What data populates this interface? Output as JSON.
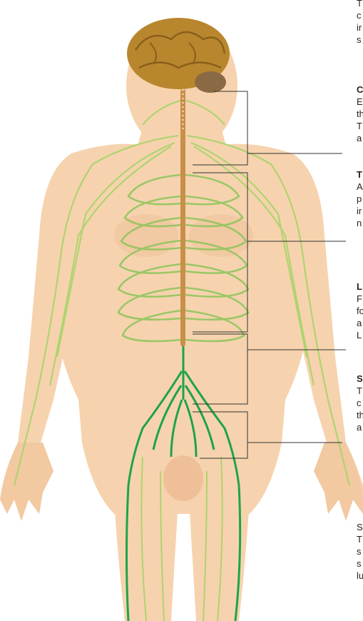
{
  "figure": {
    "colors": {
      "skin": "#f6d3ae",
      "skin_shade": "#e9b88c",
      "nerve_light": "#a9d46a",
      "nerve_dark": "#1fa34a",
      "spinal_cord": "#c98f4a",
      "brain": "#b8862d",
      "cerebellum": "#8a6a44",
      "leader": "#333333"
    },
    "icons": [
      "brain-icon",
      "cerebellum-icon",
      "spinal-cord-icon",
      "nerve-tree-icon"
    ]
  },
  "captions": [
    {
      "heading": "",
      "lines": [
        "T",
        "c",
        "ir",
        "s"
      ]
    },
    {
      "heading": "C",
      "lines": [
        "E",
        "th",
        "T",
        "a"
      ]
    },
    {
      "heading": "T",
      "lines": [
        "A",
        "p",
        "ir",
        "n"
      ]
    },
    {
      "heading": "L",
      "lines": [
        "F",
        "fo",
        "a",
        "L"
      ]
    },
    {
      "heading": "S",
      "lines": [
        "T",
        "c",
        "th",
        "a"
      ]
    },
    {
      "heading": "S",
      "lines": [
        "T",
        "s",
        "s",
        "lu"
      ]
    }
  ]
}
